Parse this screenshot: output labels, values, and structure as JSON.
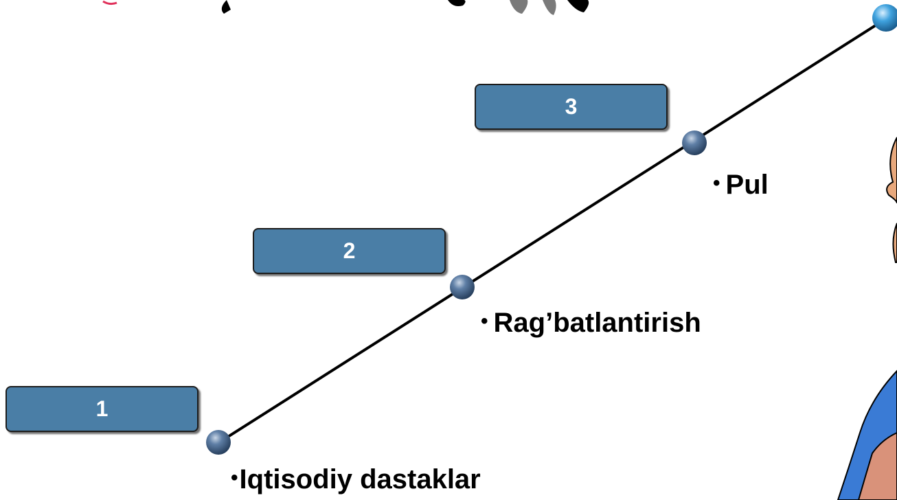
{
  "steps": [
    {
      "number": "1",
      "label": "Iqtisodiy dastaklar",
      "bullet": "•"
    },
    {
      "number": "2",
      "label": "Rag’batlantirish",
      "bullet": "•"
    },
    {
      "number": "3",
      "label": "Pul",
      "bullet": "•"
    }
  ],
  "colors": {
    "box_fill": "#4a7ea6",
    "box_border": "#1c1c1c",
    "line": "#000000",
    "node": "#2f5278",
    "top_node": "#2f8fd0",
    "background": "#ffffff"
  },
  "icons": [
    "sphere-node-icon",
    "sphere-node-top-icon",
    "cartoon-figure-icon",
    "decor-shapes-icon"
  ]
}
